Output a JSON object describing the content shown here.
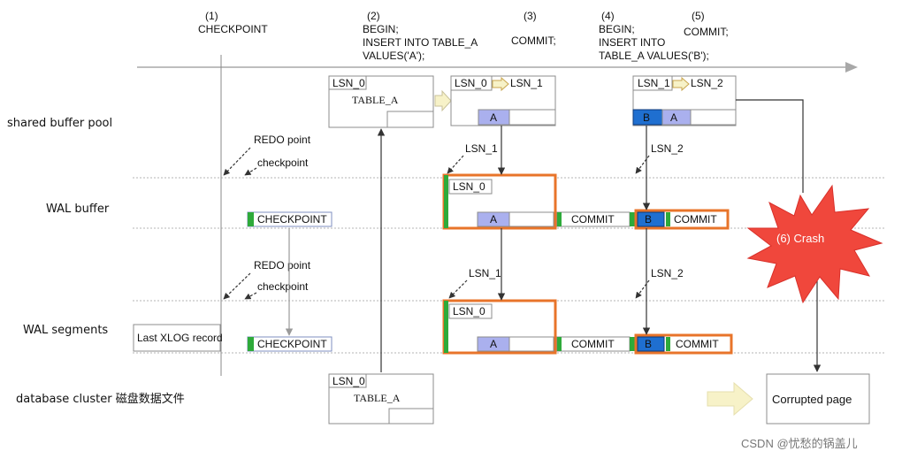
{
  "steps": [
    {
      "num": "(1)",
      "lines": [
        "CHECKPOINT"
      ]
    },
    {
      "num": "(2)",
      "lines": [
        "BEGIN;",
        "INSERT INTO TABLE_A",
        "VALUES('A');"
      ]
    },
    {
      "num": "(3)",
      "lines": [
        "COMMIT;"
      ]
    },
    {
      "num": "(4)",
      "lines": [
        "BEGIN;",
        "INSERT INTO",
        "TABLE_A VALUES('B');"
      ]
    },
    {
      "num": "(5)",
      "lines": [
        "COMMIT;"
      ]
    }
  ],
  "rows": {
    "shared_buffer_pool": "shared buffer pool",
    "wal_buffer": "WAL buffer",
    "wal_segments": "WAL segments",
    "database_cluster": "database cluster 磁盘数据文件"
  },
  "labels": {
    "lsn_0": "LSN_0",
    "lsn_1": "LSN_1",
    "lsn_2": "LSN_2",
    "table_a": "TABLE_A",
    "rec_a": "A",
    "rec_b": "B",
    "commit": "COMMIT",
    "checkpoint_box": "CHECKPOINT",
    "redo_point": "REDO point",
    "checkpoint_note": "checkpoint",
    "last_xlog": "Last XLOG record",
    "crash": "(6) Crash",
    "corrupted": "Corrupted page",
    "watermark": "CSDN @忧愁的锅盖儿"
  },
  "colors": {
    "record_fill": "#aab0ee",
    "record_b_fill": "#1f6fd0",
    "green_marker": "#2eaa3a",
    "wal_highlight": "#e8742a",
    "crash_fill": "#f0473c",
    "yellow_arrow": "#f7f2c8"
  }
}
